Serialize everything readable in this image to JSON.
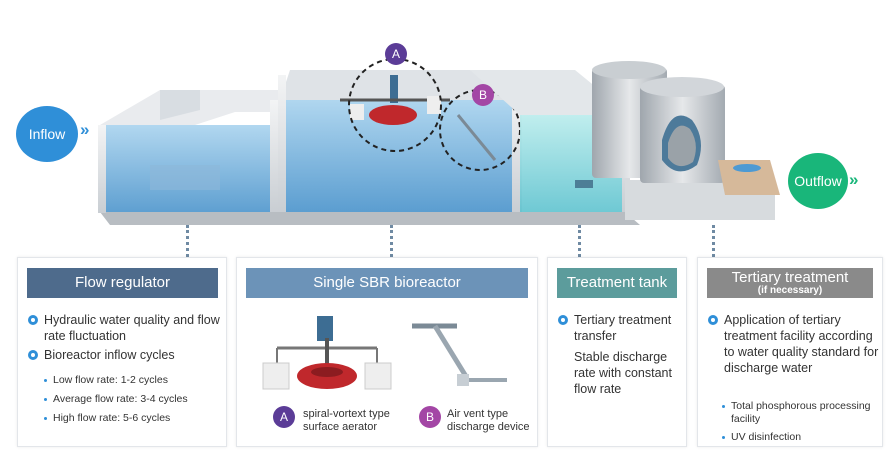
{
  "flow": {
    "inflow": "Inflow",
    "outflow": "Outflow"
  },
  "badges": {
    "a": "A",
    "b": "B"
  },
  "panels": {
    "flow_regulator": {
      "title": "Flow regulator",
      "items": [
        "Hydraulic water quality and flow rate fluctuation",
        "Bioreactor inflow cycles"
      ],
      "subitems": [
        "Low flow rate: 1-2 cycles",
        "Average flow rate: 3-4 cycles",
        "High flow rate: 5-6 cycles"
      ]
    },
    "sbr": {
      "title": "Single SBR bioreactor",
      "callout_a": "spiral-vortext type surface aerator",
      "callout_b": "Air vent type discharge device"
    },
    "treatment_tank": {
      "title": "Treatment tank",
      "items": [
        "Tertiary treatment transfer"
      ],
      "note": "Stable discharge rate with constant flow rate"
    },
    "tertiary": {
      "title": "Tertiary treatment",
      "subtitle": "(if necessary)",
      "items": [
        "Application of tertiary treatment facility according to water quality standard for discharge water"
      ],
      "subitems": [
        "Total phosphorous processing facility",
        "UV disinfection"
      ]
    }
  },
  "colors": {
    "flow_regulator": "#4e6b8c",
    "sbr": "#6c93b8",
    "treatment_tank": "#5c9c9c",
    "tertiary": "#8a8a8a",
    "badge_a": "#5b3c97",
    "badge_b": "#a346a5",
    "bullet": "#2f8fd8"
  }
}
